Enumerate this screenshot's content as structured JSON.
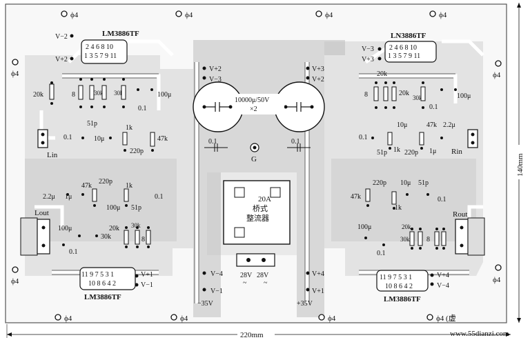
{
  "hole_label": "ϕ4",
  "hole_label_partial": "ϕ4 (虚",
  "dimensions": {
    "width": "220mm",
    "height": "140mm"
  },
  "watermark": "www.55dianzi.com",
  "ic": {
    "type": "LM3886TF",
    "type_alt": "LN3886TF",
    "pins_top_even": "2 4 6 8 10",
    "pins_top_odd": "1 3 5 7 9 11",
    "pins_bottom_odd": "11 9 7 5 3 1",
    "pins_bottom_even": "10 8 6 4 2"
  },
  "rails": {
    "vm2": "V−2",
    "vp2": "V+2",
    "vm3": "V−3",
    "vp3": "V+3",
    "vp1": "V+1",
    "vm1": "V−1",
    "vp4": "V+4",
    "vm4": "V−4",
    "vp2_c": "V+2",
    "vm3_c": "V−3",
    "vp3_c": "V+3",
    "vp2_c2": "V+2",
    "vm4_c": "V−4",
    "vm1_c": "V−1",
    "vp4_c": "V+4",
    "vp1_c": "V+1",
    "neg35": "−35V",
    "pos35": "+35V"
  },
  "components": {
    "r20k": "20k",
    "r8": "8",
    "r30k": "30k",
    "c100u": "100μ",
    "c01": "0.1",
    "c51p": "51p",
    "c10u": "10μ",
    "r1k": "1k",
    "c220p": "220p",
    "r47k": "47k",
    "c22u": "2.2μ",
    "c1u": "1μ",
    "cap_main": "10000μ/50V",
    "cap_main_qty": "×2",
    "ground": "G",
    "bridge_rating": "20A",
    "bridge_l1": "桥式",
    "bridge_l2": "整流器",
    "ac28": "28V",
    "ac_tilde": "~"
  },
  "io": {
    "lin": "Lin",
    "rin": "Rin",
    "lout": "Lout",
    "rout": "Rout"
  }
}
